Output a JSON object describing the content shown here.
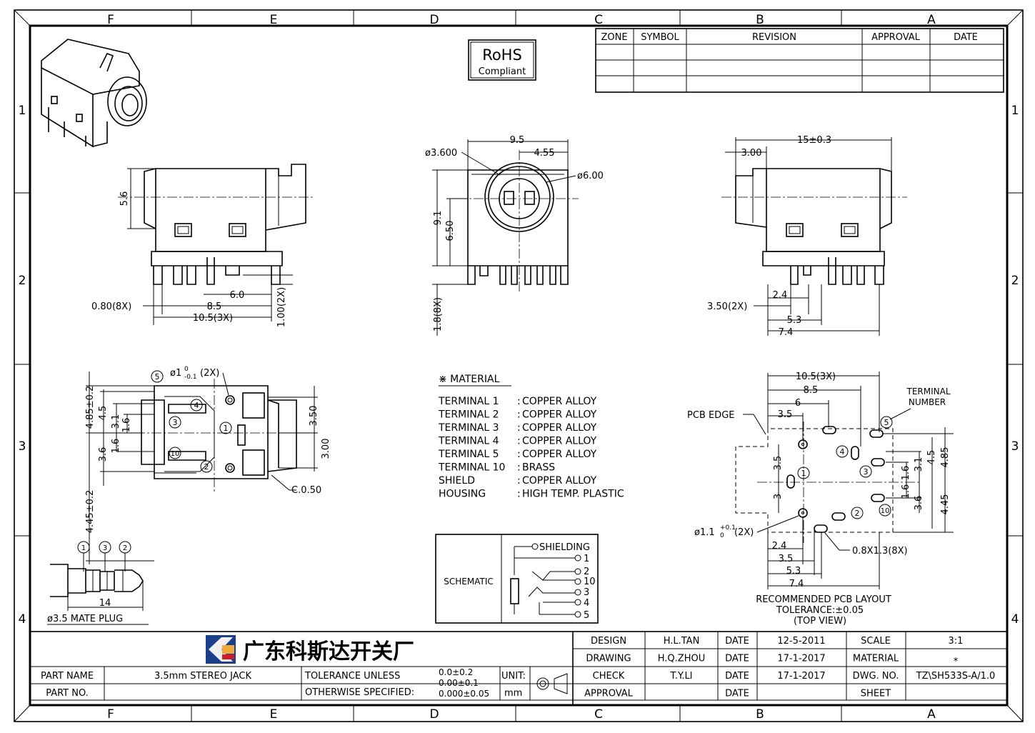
{
  "zones": {
    "columns": [
      "F",
      "E",
      "D",
      "C",
      "B",
      "A"
    ],
    "rows": [
      "1",
      "2",
      "3",
      "4"
    ]
  },
  "revision_table": {
    "headers": [
      "ZONE",
      "SYMBOL",
      "REVISION",
      "APPROVAL",
      "DATE"
    ]
  },
  "rohs": {
    "line1": "RoHS",
    "line2": "Compliant"
  },
  "views": {
    "side_left": {
      "dims": [
        "5.6",
        "0.80(8X)",
        "6.0",
        "8.5",
        "10.5(3X)",
        "1.00(2X)"
      ]
    },
    "front": {
      "dims": [
        "9.5",
        "4.55",
        "ø3.600",
        "ø6.00",
        "9.1",
        "6.50",
        "1.8(8X)"
      ]
    },
    "side_right": {
      "dims": [
        "15±0.3",
        "3.00",
        "3.50(2X)",
        "2.4",
        "5.3",
        "7.4"
      ]
    },
    "bottom": {
      "dims": [
        "ø1",
        "0",
        "-0.1",
        "(2X)",
        "4.85±0.2",
        "4.5",
        "3.1",
        "1.6",
        "3.6",
        "1.6",
        "4.45±0.2",
        "3.50",
        "3.00",
        "C.0.50"
      ],
      "terminals": [
        "5",
        "4",
        "3",
        "1",
        "10",
        "2"
      ]
    },
    "plug": {
      "labels": [
        "1",
        "3",
        "2"
      ],
      "dim": "14",
      "caption": "ø3.5 MATE PLUG"
    },
    "pcb": {
      "dims": [
        "10.5(3X)",
        "8.5",
        "6",
        "3.5",
        "3.5",
        "3",
        "4.5",
        "4.85",
        "3.1",
        "1.6",
        "1.6",
        "3.6",
        "4.45",
        "2.4",
        "3.5",
        "5.3",
        "7.4"
      ],
      "labels": {
        "pcb_edge": "PCB EDGE",
        "terminal_number_1": "TERMINAL",
        "terminal_number_2": "NUMBER",
        "hole": "ø1.1",
        "hole_tol_top": "+0.1",
        "hole_tol_bottom": "0",
        "hole_count": "(2X)",
        "slot": "0.8X1.3(8X)"
      },
      "terminals": [
        "5",
        "4",
        "3",
        "1",
        "2",
        "10"
      ],
      "caption": [
        "RECOMMENDED PCB LAYOUT",
        "TOLERANCE:±0.05",
        "(TOP VIEW)"
      ]
    }
  },
  "material": {
    "title": "⋇ MATERIAL",
    "rows": [
      {
        "item": "TERMINAL  1",
        "value": "COPPER  ALLOY"
      },
      {
        "item": "TERMINAL  2",
        "value": "COPPER  ALLOY"
      },
      {
        "item": "TERMINAL  3",
        "value": "COPPER  ALLOY"
      },
      {
        "item": "TERMINAL  4",
        "value": "COPPER  ALLOY"
      },
      {
        "item": "TERMINAL  5",
        "value": "COPPER  ALLOY"
      },
      {
        "item": "TERMINAL  10",
        "value": "BRASS"
      },
      {
        "item": "SHIELD",
        "value": "COPPER  ALLOY"
      },
      {
        "item": "HOUSING",
        "value": "HIGH  TEMP.  PLASTIC"
      }
    ]
  },
  "schematic": {
    "label": "SCHEMATIC",
    "pins": [
      "SHIELDING",
      "1",
      "2",
      "10",
      "3",
      "4",
      "5"
    ]
  },
  "title_block": {
    "company": "广东科斯达开关厂",
    "part_name_label": "PART NAME",
    "part_name": "3.5mm  STEREO  JACK",
    "part_no_label": "PART NO.",
    "part_no": "",
    "tolerance_label_1": "TOLERANCE  UNLESS",
    "tolerance_label_2": "OTHERWISE  SPECIFIED:",
    "tolerances": [
      "0.0±0.2",
      "0.00±0.1",
      "0.000±0.05"
    ],
    "unit_label": "UNIT:",
    "unit": "mm",
    "rows": [
      {
        "role": "DESIGN",
        "name": "H.L.TAN",
        "date_label": "DATE",
        "date": "12-5-2011",
        "key": "SCALE",
        "value": "3:1"
      },
      {
        "role": "DRAWING",
        "name": "H.Q.ZHOU",
        "date_label": "DATE",
        "date": "17-1-2017",
        "key": "MATERIAL",
        "value": "⁎"
      },
      {
        "role": "CHECK",
        "name": "T.Y.LI",
        "date_label": "DATE",
        "date": "17-1-2017",
        "key": "DWG. NO.",
        "value": "TZ\\SH533S-A/1.0"
      },
      {
        "role": "APPROVAL",
        "name": "",
        "date_label": "DATE",
        "date": "",
        "key": "SHEET",
        "value": ""
      }
    ]
  }
}
